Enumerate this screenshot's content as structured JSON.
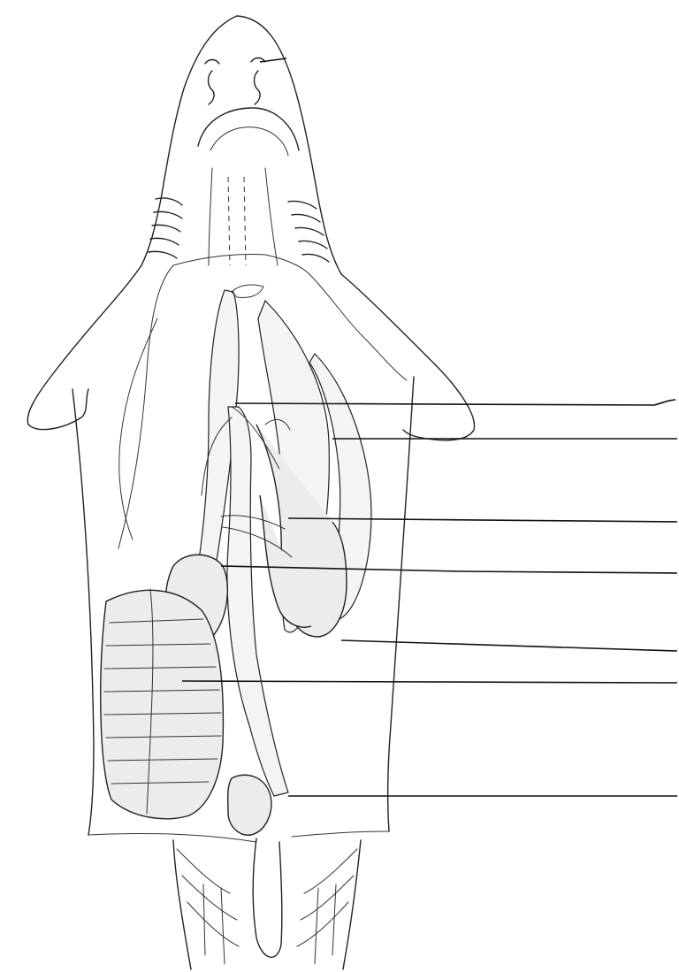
{
  "diagram": {
    "colors": {
      "ink": "#222222",
      "paper": "#ffffff",
      "stipple": "#ececec"
    },
    "label_lines": [
      {
        "id": "line-1",
        "target": "nostril-region",
        "label": ""
      },
      {
        "id": "line-2",
        "target": "upper-gut",
        "label": ""
      },
      {
        "id": "line-3",
        "target": "liver-lobe",
        "label": ""
      },
      {
        "id": "line-4",
        "target": "stomach",
        "label": ""
      },
      {
        "id": "line-5",
        "target": "pancreas",
        "label": ""
      },
      {
        "id": "line-6",
        "target": "stomach-curve",
        "label": ""
      },
      {
        "id": "line-7",
        "target": "spiral-valve-intestine",
        "label": ""
      },
      {
        "id": "line-8",
        "target": "cloaca",
        "label": ""
      }
    ]
  }
}
